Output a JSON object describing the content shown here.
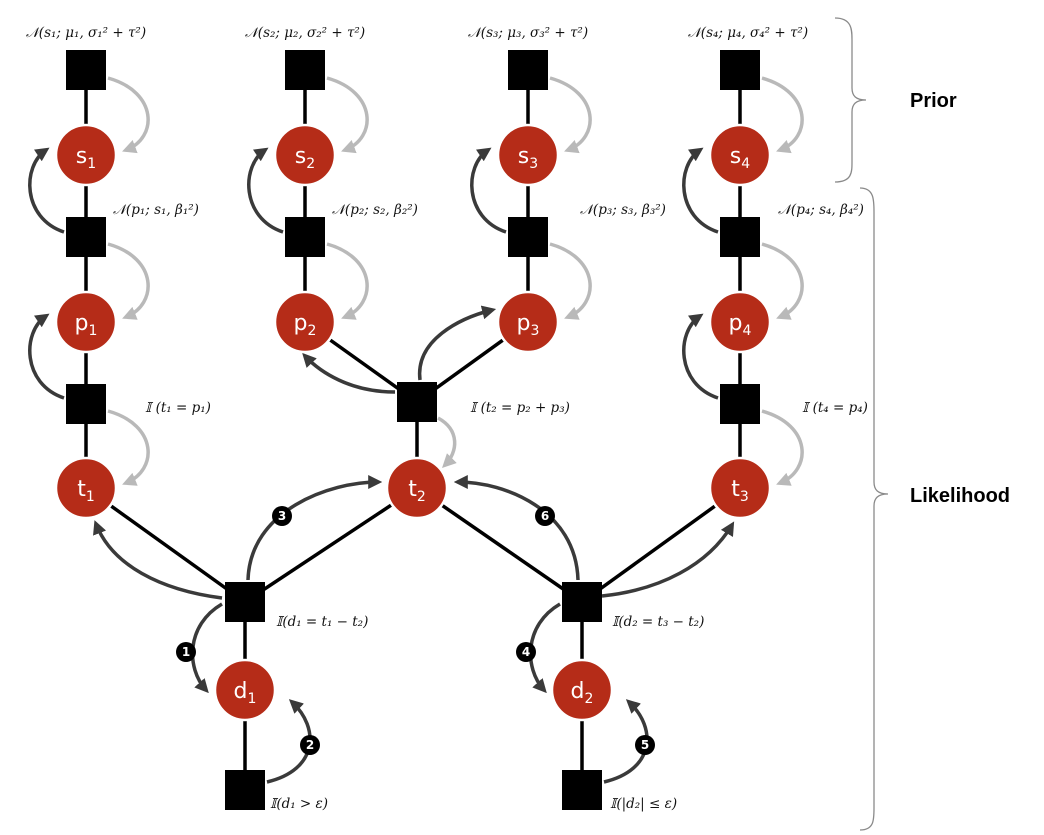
{
  "variables": {
    "s1": {
      "base": "s",
      "sub": "1"
    },
    "s2": {
      "base": "s",
      "sub": "2"
    },
    "s3": {
      "base": "s",
      "sub": "3"
    },
    "s4": {
      "base": "s",
      "sub": "4"
    },
    "p1": {
      "base": "p",
      "sub": "1"
    },
    "p2": {
      "base": "p",
      "sub": "2"
    },
    "p3": {
      "base": "p",
      "sub": "3"
    },
    "p4": {
      "base": "p",
      "sub": "4"
    },
    "t1": {
      "base": "t",
      "sub": "1"
    },
    "t2": {
      "base": "t",
      "sub": "2"
    },
    "t3": {
      "base": "t",
      "sub": "3"
    },
    "d1": {
      "base": "d",
      "sub": "1"
    },
    "d2": {
      "base": "d",
      "sub": "2"
    }
  },
  "factor_labels": {
    "prior_1": "𝒩(s₁; μ₁, σ₁² + τ²)",
    "prior_2": "𝒩(s₂; μ₂, σ₂² + τ²)",
    "prior_3": "𝒩(s₃; μ₃, σ₃² + τ²)",
    "prior_4": "𝒩(s₄; μ₄, σ₄² + τ²)",
    "perf_1": "𝒩(p₁; s₁, β₁²)",
    "perf_2": "𝒩(p₂; s₂, β₂²)",
    "perf_3": "𝒩(p₃; s₃, β₃²)",
    "perf_4": "𝒩(p₄; s₄, β₄²)",
    "team_1": "𝕀 (t₁ = p₁)",
    "team_2": "𝕀 (t₂ = p₂ + p₃)",
    "team_3": "𝕀 (t₄ = p₄)",
    "diff_1": "𝕀(d₁ = t₁ − t₂)",
    "diff_2": "𝕀(d₂ = t₃ − t₂)",
    "win": "𝕀(d₁ > ε)",
    "draw": "𝕀(|d₂| ≤ ε)"
  },
  "sections": {
    "prior": "Prior",
    "likelihood": "Likelihood"
  },
  "message_steps": [
    "1",
    "2",
    "3",
    "4",
    "5",
    "6"
  ],
  "colors": {
    "variable_node": "#b52c18",
    "factor_node": "#000000",
    "downward_message": "#b9b9b9",
    "upward_message": "#3a3a3a"
  }
}
